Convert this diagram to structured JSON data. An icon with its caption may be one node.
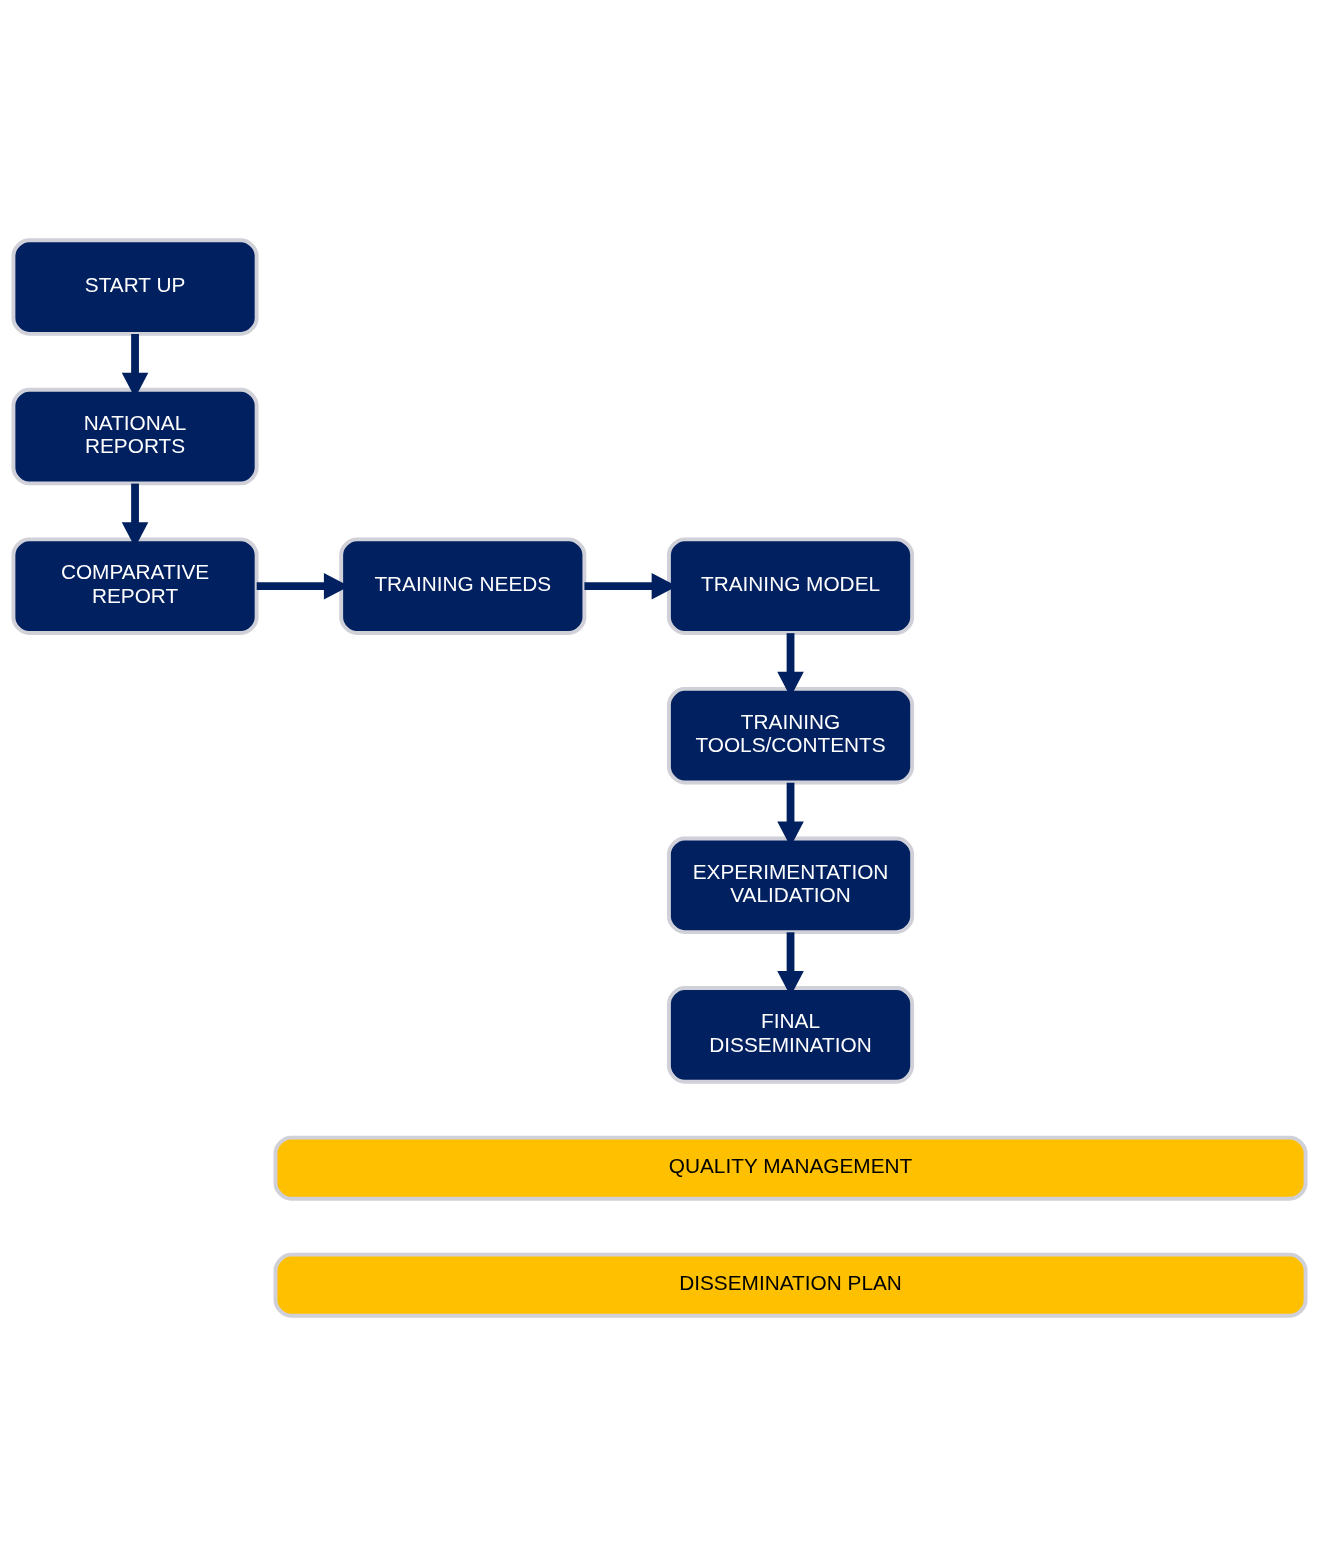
{
  "diagram": {
    "nodes": [
      {
        "text": [
          "START UP"
        ]
      },
      {
        "text": [
          "NATIONAL REPORTS"
        ]
      },
      {
        "text": [
          "COMPARATIVE REPORT"
        ]
      },
      {
        "text": [
          "TRAINING NEEDS"
        ]
      },
      {
        "text": [
          "TRAINING MODEL"
        ]
      },
      {
        "text": [
          "TRAINING TOOLS/CONTENTS"
        ]
      },
      {
        "text": [
          "EXPERIMENTATION VALIDATION"
        ]
      },
      {
        "text": [
          "FINAL DISSEMINATION"
        ]
      },
      {
        "text": [
          "QUALITY MANAGEMENT"
        ]
      },
      {
        "text": [
          "DISSEMINATION PLAN"
        ]
      }
    ],
    "edges": [
      {
        "from": 0,
        "to": 1,
        "arrow": "to"
      },
      {
        "from": 1,
        "to": 2,
        "arrow": "to"
      },
      {
        "from": 2,
        "to": 3,
        "arrow": "to"
      },
      {
        "from": 3,
        "to": 4,
        "arrow": "to"
      },
      {
        "from": 4,
        "to": 5,
        "arrow": "to"
      },
      {
        "from": 5,
        "to": 6,
        "arrow": "to"
      },
      {
        "from": 6,
        "to": 7,
        "arrow": "to"
      }
    ]
  }
}
